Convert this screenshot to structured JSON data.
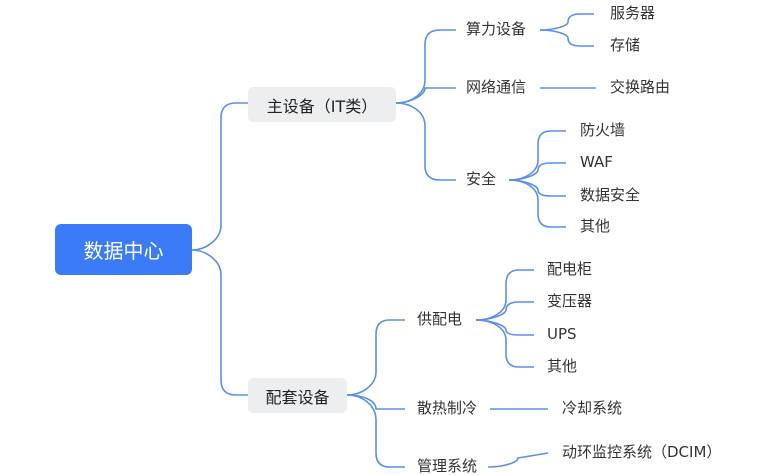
{
  "root": {
    "label": "数据中心"
  },
  "main_device": {
    "label": "主设备（IT类）",
    "compute": {
      "label": "算力设备",
      "children": [
        "服务器",
        "存储"
      ]
    },
    "network": {
      "label": "网络通信",
      "children": [
        "交换路由"
      ]
    },
    "security": {
      "label": "安全",
      "children": [
        "防火墙",
        "WAF",
        "数据安全",
        "其他"
      ]
    }
  },
  "support_device": {
    "label": "配套设备",
    "power": {
      "label": "供配电",
      "children": [
        "配电柜",
        "变压器",
        "UPS",
        "其他"
      ]
    },
    "cooling": {
      "label": "散热制冷",
      "children": [
        "冷却系统"
      ]
    },
    "management": {
      "label": "管理系统",
      "children": [
        "动环监控系统（DCIM）"
      ]
    }
  },
  "colors": {
    "accent": "#3b7bf6",
    "line": "#5b8fe8",
    "node_bg": "#edeef0"
  }
}
